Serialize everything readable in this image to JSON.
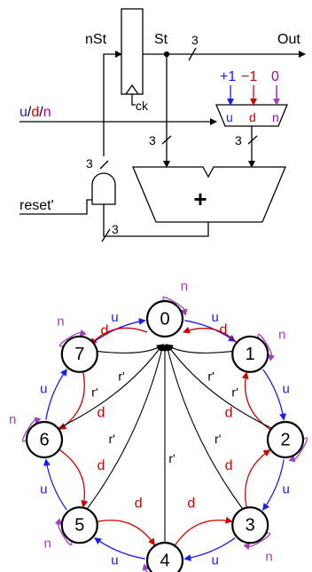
{
  "circuit": {
    "labels": {
      "nst": "nSt",
      "st": "St",
      "bus_width": "3",
      "out": "Out",
      "clk": "ck",
      "reset": "reset'",
      "plus": "+"
    },
    "control_input": {
      "u": "u",
      "slash1": "/",
      "d": "d",
      "slash2": "/",
      "n": "n"
    },
    "mux_constants": {
      "plus_one": "+1",
      "minus_one": "−1",
      "zero": "0"
    },
    "mux_inputs": {
      "u": "u",
      "d": "d",
      "n": "n"
    },
    "colors": {
      "u": "#1a1aff",
      "d": "#cc0000",
      "n": "#b000b0",
      "wire": "#000000"
    }
  },
  "state_diagram": {
    "states": [
      "0",
      "1",
      "2",
      "3",
      "4",
      "5",
      "6",
      "7"
    ],
    "labels": {
      "up": "u",
      "down": "d",
      "hold": "n",
      "reset": "r'"
    },
    "colors": {
      "up": "#1a1aff",
      "down": "#cc0000",
      "hold": "#a040c0",
      "reset": "#000000"
    }
  }
}
